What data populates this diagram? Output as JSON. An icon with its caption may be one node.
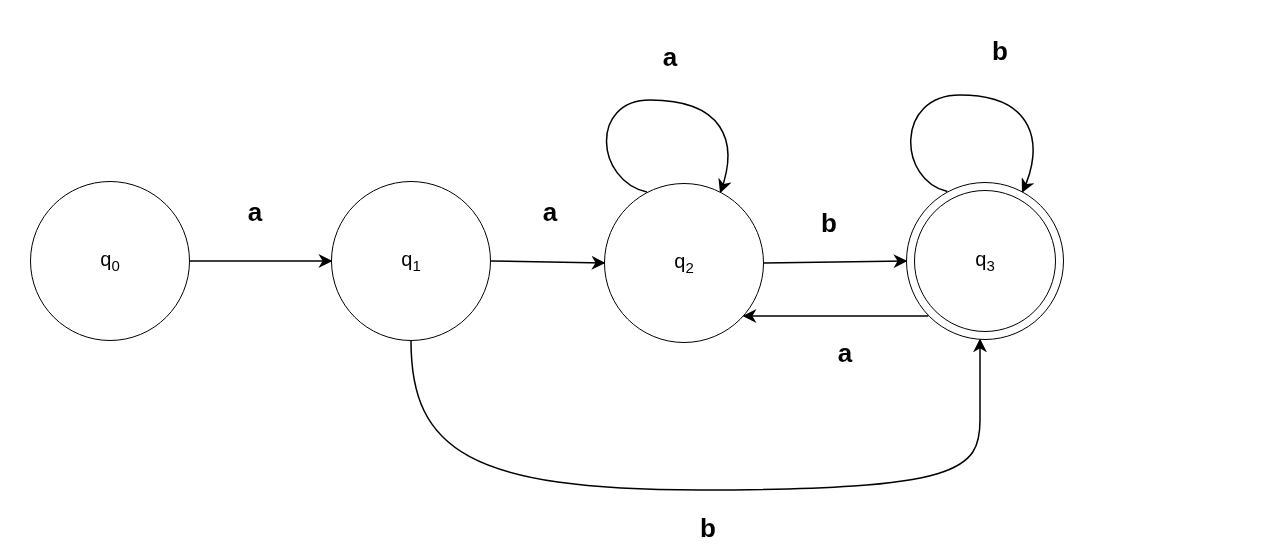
{
  "diagram": {
    "nodes": [
      {
        "text": [
          "q$_{0}$"
        ]
      },
      {
        "text": [
          "q$_{1}$"
        ]
      },
      {
        "text": [
          "q$_{2}$"
        ]
      },
      {
        "text": [
          "q$_{3}$"
        ]
      }
    ],
    "edges": [
      {
        "from": 0,
        "to": 1,
        "arrow": "to",
        "label": "a"
      },
      {
        "from": 1,
        "to": 2,
        "arrow": "to",
        "label": "a"
      },
      {
        "from": 2,
        "to": 2,
        "arrow": "to",
        "label": "a"
      },
      {
        "from": 2,
        "to": 3,
        "arrow": "to",
        "label": "b"
      },
      {
        "from": 3,
        "to": 3,
        "arrow": "to",
        "label": "b"
      },
      {
        "from": 3,
        "to": 2,
        "arrow": "to",
        "label": "a"
      },
      {
        "from": 1,
        "to": 3,
        "arrow": "to",
        "label": "b"
      }
    ]
  }
}
